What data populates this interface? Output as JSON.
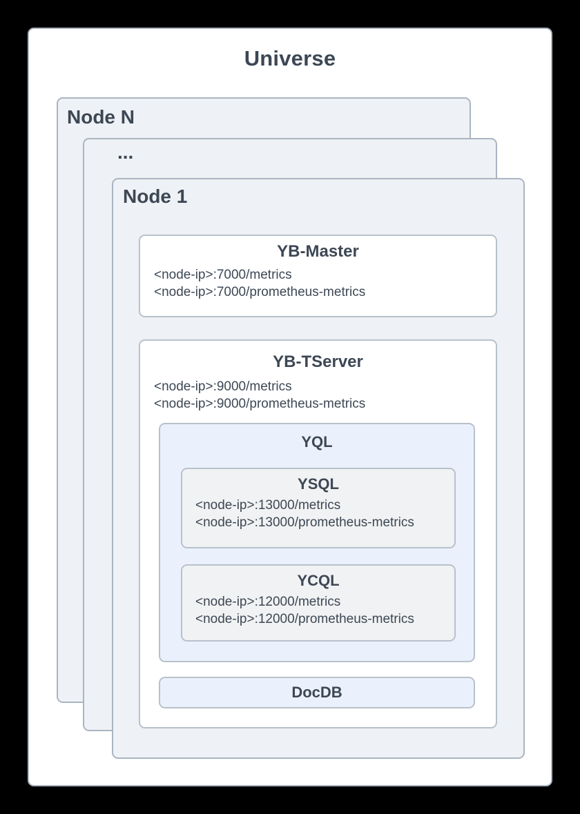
{
  "colors": {
    "background": "#000000",
    "universe_fill": "#ffffff",
    "node_fill": "#eef1f5",
    "service_fill": "#ffffff",
    "api_fill": "#eaf1fc",
    "subapi_fill": "#f1f2f3",
    "border_outer": "#aab5c1",
    "border_inner": "#b8c1ca",
    "text": "#3d4754"
  },
  "universe": {
    "title": "Universe",
    "node_n": {
      "label": "Node N"
    },
    "node_ellipsis": {
      "label": "..."
    },
    "node_1": {
      "label": "Node 1",
      "yb_master": {
        "title": "YB-Master",
        "endpoints": [
          "<node-ip>:7000/metrics",
          "<node-ip>:7000/prometheus-metrics"
        ]
      },
      "yb_tserver": {
        "title": "YB-TServer",
        "endpoints": [
          "<node-ip>:9000/metrics",
          "<node-ip>:9000/prometheus-metrics"
        ],
        "yql": {
          "title": "YQL",
          "ysql": {
            "title": "YSQL",
            "endpoints": [
              "<node-ip>:13000/metrics",
              "<node-ip>:13000/prometheus-metrics"
            ]
          },
          "ycql": {
            "title": "YCQL",
            "endpoints": [
              "<node-ip>:12000/metrics",
              "<node-ip>:12000/prometheus-metrics"
            ]
          }
        },
        "docdb": {
          "title": "DocDB"
        }
      }
    }
  }
}
